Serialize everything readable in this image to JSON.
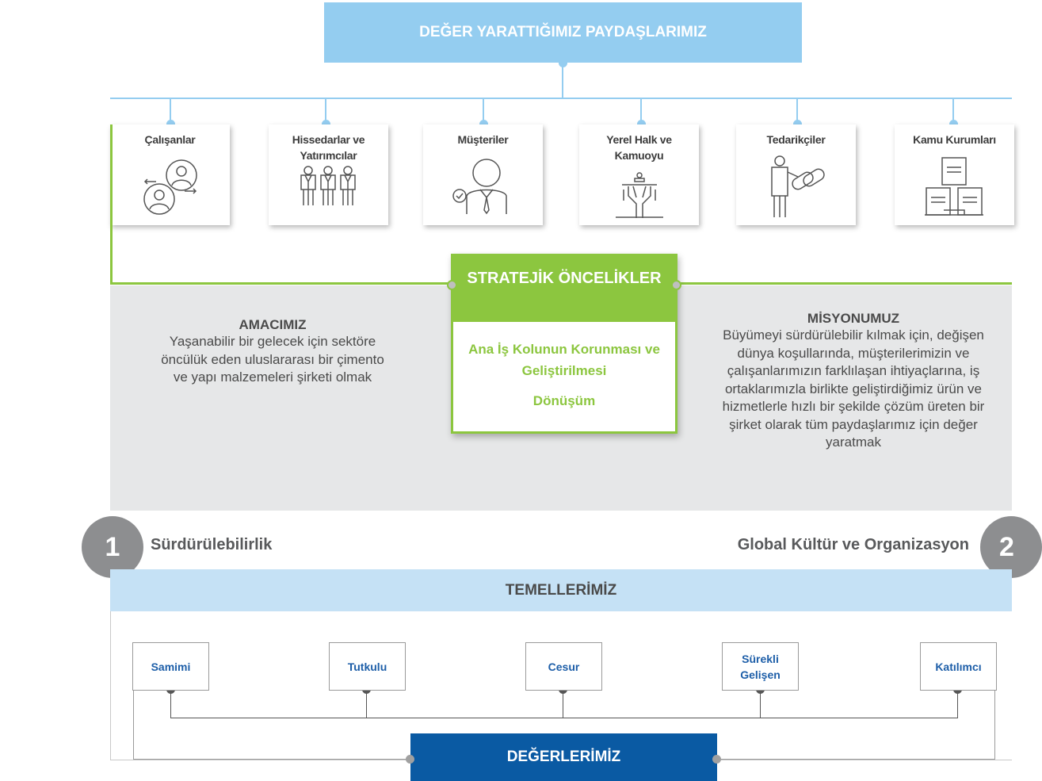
{
  "stakeholders_title": "DEĞER YARATTIĞIMIZ PAYDAŞLARIMIZ",
  "stakeholders": [
    {
      "label": "Çalışanlar",
      "icon": "employees-icon"
    },
    {
      "label": "Hissedarlar ve Yatırımcılar",
      "icon": "shareholders-icon"
    },
    {
      "label": "Müşteriler",
      "icon": "customer-icon"
    },
    {
      "label": "Yerel Halk ve Kamuoyu",
      "icon": "public-speaker-icon"
    },
    {
      "label": "Tedarikçiler",
      "icon": "supplier-chain-icon"
    },
    {
      "label": "Kamu Kurumları",
      "icon": "documents-icon"
    }
  ],
  "purpose": {
    "title": "AMACIMIZ",
    "text": "Yaşanabilir bir gelecek için sektöre öncülük eden uluslararası bir çimento ve yapı malzemeleri şirketi olmak"
  },
  "strategy": {
    "title": "STRATEJİK ÖNCELİKLER",
    "items": [
      "Ana İş Kolunun Korunması ve Geliştirilmesi",
      "Dönüşüm"
    ]
  },
  "mission": {
    "title": "MİSYONUMUZ",
    "text": "Büyümeyi sürdürülebilir kılmak için, değişen dünya koşullarında, müşterilerimizin ve çalışanlarımızın farklılaşan ihtiyaçlarına, iş ortaklarımızla birlikte geliştirdiğimiz ürün ve hizmetlerle hızlı bir şekilde çözüm üreten bir şirket olarak tüm paydaşlarımız için değer yaratmak"
  },
  "pillars": [
    {
      "number": "1",
      "label": "Sürdürülebilirlik"
    },
    {
      "number": "2",
      "label": "Global Kültür ve Organizasyon"
    }
  ],
  "foundations_title": "TEMELLERİMİZ",
  "values": [
    "Samimi",
    "Tutkulu",
    "Cesur",
    "Sürekli Gelişen",
    "Katılımcı"
  ],
  "values_title": "DEĞERLERİMİZ",
  "colors": {
    "light_blue": "#94cdf0",
    "pale_blue": "#c5e1f5",
    "green": "#8cc63f",
    "dark_blue": "#0a5aa3",
    "gray_panel": "#e6e7e8",
    "circle_gray": "#8d8e90"
  }
}
